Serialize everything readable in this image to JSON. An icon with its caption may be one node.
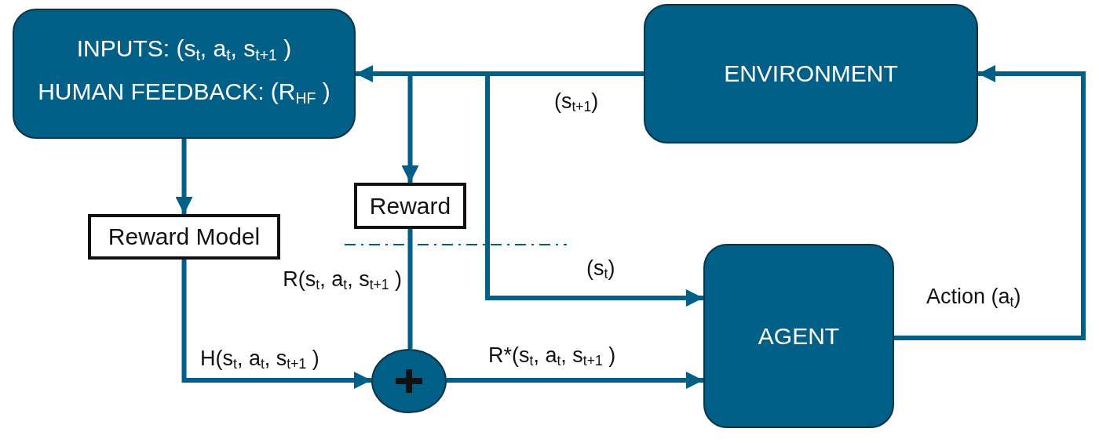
{
  "diagram": {
    "nodes": [
      {
        "text": [
          "INPUTS: (s$_{t}$, a$_{t}$, s$_{t+1}$ )",
          "HUMAN FEEDBACK: (R$_{HF}$ )"
        ]
      },
      {
        "text": [
          "ENVIRONMENT"
        ]
      },
      {
        "text": [
          "Reward Model"
        ]
      },
      {
        "text": [
          "Reward"
        ]
      },
      {
        "text": [],
        "shape": "circle"
      },
      {
        "text": [
          "AGENT"
        ]
      }
    ],
    "edges": [
      {
        "from": 1,
        "to": 0,
        "arrow": "to",
        "label": "(s$_{t+1}$)"
      },
      {
        "from": 1,
        "to": 3,
        "arrow": "to"
      },
      {
        "from": 1,
        "to": 5,
        "arrow": "to",
        "label": "(s$_{t}$)"
      },
      {
        "from": 0,
        "to": 2,
        "arrow": "to"
      },
      {
        "from": 2,
        "to": 4,
        "arrow": "to",
        "label": "H(s$_{t}$, a$_{t}$, s$_{t+1}$ )"
      },
      {
        "from": 3,
        "to": 4,
        "arrow": "none",
        "label": "R(s$_{t}$, a$_{t}$, s$_{t+1}$ )"
      },
      {
        "from": 4,
        "to": 5,
        "arrow": "to",
        "label": "R*(s$_{t}$, a$_{t}$, s$_{t+1}$ )"
      },
      {
        "from": 5,
        "to": 1,
        "arrow": "to",
        "label": "Action (a$_{t}$)"
      }
    ]
  }
}
